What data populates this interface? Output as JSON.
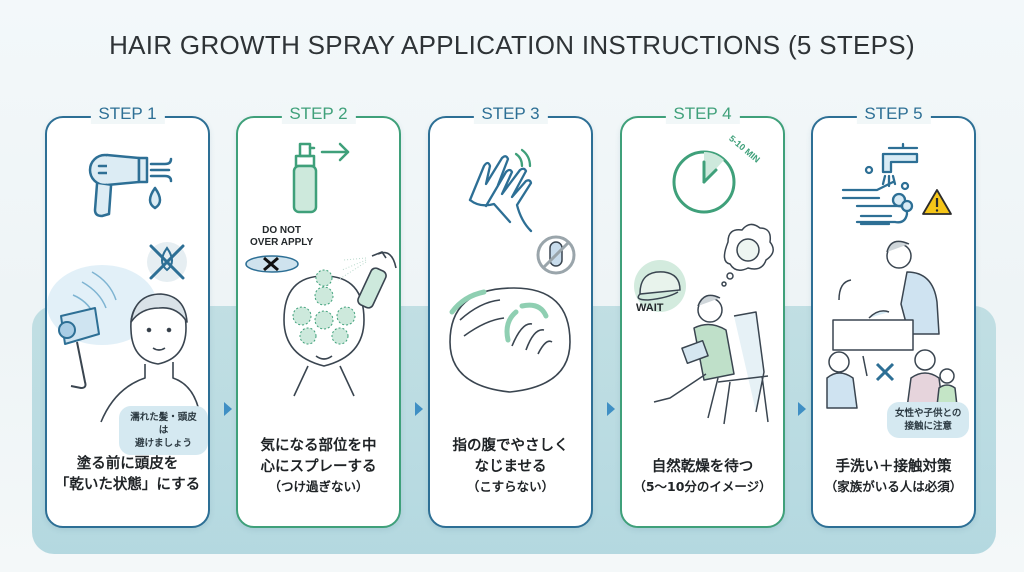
{
  "title": "HAIR GROWTH SPRAY APPLICATION INSTRUCTIONS (5 STEPS)",
  "colors": {
    "blue": "#2d6f95",
    "green": "#3fa07a",
    "band": "#aed6de",
    "arrow": "#3f8fc4",
    "warning": "#f5c518"
  },
  "steps": [
    {
      "label": "STEP 1",
      "icon": "hair-dryer-icon",
      "bubble": [
        "濡れた髪・頭皮は",
        "避けましょう"
      ],
      "caption": [
        "塗る前に頭皮を",
        "「乾いた状態」にする"
      ]
    },
    {
      "label": "STEP 2",
      "icon": "spray-bottle-icon",
      "tag": [
        "DO NOT",
        "OVER APPLY"
      ],
      "caption": [
        "気になる部位を中",
        "心にスプレーする"
      ],
      "sub": "（つけ過ぎない）"
    },
    {
      "label": "STEP 3",
      "icon": "hands-rubbing-icon",
      "caption": [
        "指の腹でやさしく",
        "なじませる"
      ],
      "sub": "（こすらない）"
    },
    {
      "label": "STEP 4",
      "icon": "clock-icon",
      "clock_label": "5-10 MIN",
      "tag": "WAIT",
      "caption": [
        "自然乾燥を待つ"
      ],
      "sub": "（5〜10分のイメージ）"
    },
    {
      "label": "STEP 5",
      "icon": "hand-washing-icon",
      "bubble": [
        "女性や子供との",
        "接触に注意"
      ],
      "caption": [
        "手洗い＋接触対策"
      ],
      "sub": "（家族がいる人は必須）"
    }
  ]
}
